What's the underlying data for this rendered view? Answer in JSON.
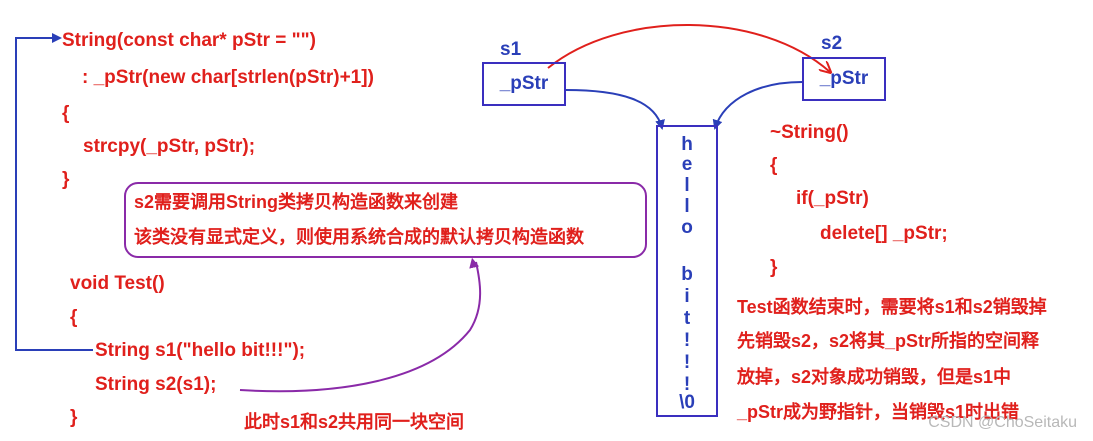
{
  "code_left": {
    "line1": "String(const char* pStr = \"\")",
    "line2": ": _pStr(new char[strlen(pStr)+1])",
    "line3": "{",
    "line4": "strcpy(_pStr, pStr);",
    "line5": "}",
    "line6": "void Test()",
    "line7": "{",
    "line8": "String s1(\"hello bit!!!\");",
    "line9": "String s2(s1);",
    "line10": "}"
  },
  "note": {
    "line1": "s2需要调用String类拷贝构造函数来创建",
    "line2": "该类没有显式定义，则使用系统合成的默认拷贝构造函数"
  },
  "shared_caption": "此时s1和s2共用同一块空间",
  "s1": {
    "label": "s1",
    "member": "_pStr"
  },
  "s2": {
    "label": "s2",
    "member": "_pStr"
  },
  "memory_chars": [
    "h",
    "e",
    "l",
    "l",
    "o",
    "",
    "b",
    "i",
    "t",
    "!",
    "!",
    "!",
    "\\0"
  ],
  "destructor": {
    "line1": "~String()",
    "line2": "{",
    "line3": "if(_pStr)",
    "line4": "delete[] _pStr;",
    "line5": "}"
  },
  "explanation": {
    "line1": "Test函数结束时，需要将s1和s2销毁掉",
    "line2": "先销毁s2，s2将其_pStr所指的空间释",
    "line3": "放掉，s2对象成功销毁，但是s1中",
    "line4": "_pStr成为野指针，当销毁s1时出错"
  },
  "watermark": "CSDN @ChoSeitaku",
  "colors": {
    "code": "#e0201c",
    "box": "#3a2fbf",
    "note_border": "#8a2aa8",
    "arrow_blue": "#2a3fb8"
  }
}
